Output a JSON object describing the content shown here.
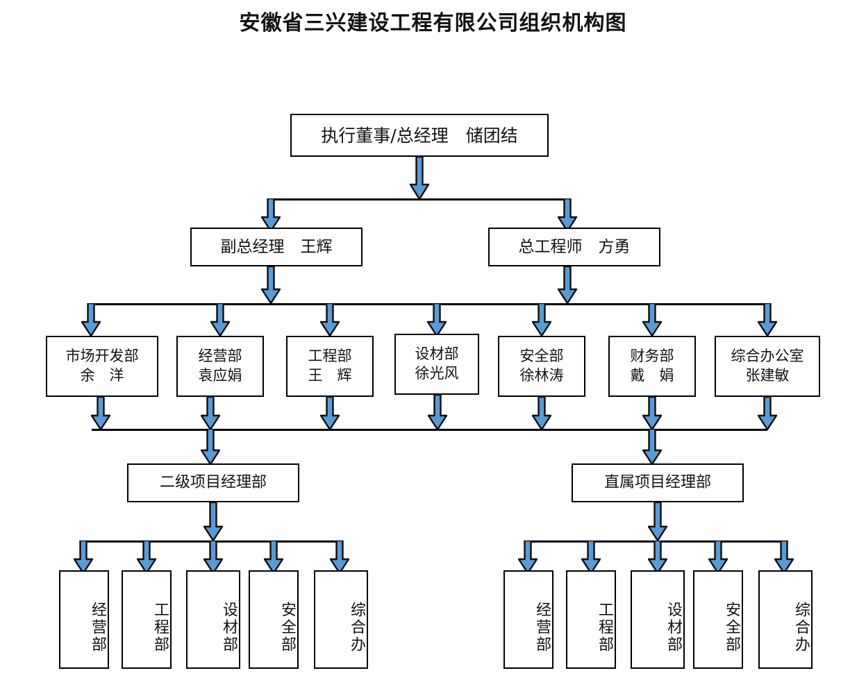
{
  "chart_data": {
    "type": "diagram",
    "subtype": "organization-chart",
    "title": "安徽省三兴建设工程有限公司组织机构图",
    "orientation": "top-down",
    "connector_style": "block-arrow",
    "colors": {
      "arrow_fill": "#5b9bd5",
      "arrow_stroke": "#0d0d0d",
      "box_border": "#000000",
      "box_fill": "#ffffff",
      "text": "#111111"
    },
    "levels": [
      {
        "level": 1,
        "nodes": [
          {
            "id": "ceo",
            "text": "执行董事/总经理　储团结"
          }
        ]
      },
      {
        "level": 2,
        "nodes": [
          {
            "id": "vgm",
            "text": "副总经理　王辉"
          },
          {
            "id": "cte",
            "text": "总工程师　方勇"
          }
        ]
      },
      {
        "level": 3,
        "nodes": [
          {
            "id": "d1",
            "line1": "市场开发部",
            "line2": "余　洋"
          },
          {
            "id": "d2",
            "line1": "经营部",
            "line2": "袁应娟"
          },
          {
            "id": "d3",
            "line1": "工程部",
            "line2": "王　辉"
          },
          {
            "id": "d4",
            "line1": "设材部",
            "line2": "徐光风"
          },
          {
            "id": "d5",
            "line1": "安全部",
            "line2": "徐林涛"
          },
          {
            "id": "d6",
            "line1": "财务部",
            "line2": "戴　娟"
          },
          {
            "id": "d7",
            "line1": "综合办公室",
            "line2": "张建敏"
          }
        ]
      },
      {
        "level": 4,
        "nodes": [
          {
            "id": "pm2",
            "text": "二级项目经理部"
          },
          {
            "id": "pmd",
            "text": "直属项目经理部"
          }
        ]
      },
      {
        "level": 5,
        "group_left": [
          "经营部",
          "工程部",
          "设材部",
          "安全部",
          "综合办"
        ],
        "group_right": [
          "经营部",
          "工程部",
          "设材部",
          "安全部",
          "综合办"
        ]
      }
    ]
  },
  "title": "安徽省三兴建设工程有限公司组织机构图",
  "top": {
    "ceo": "执行董事/总经理　储团结"
  },
  "level2": {
    "vice_gm": "副总经理　王辉",
    "chief_engineer": "总工程师　方勇"
  },
  "departments": [
    {
      "name": "市场开发部",
      "head": "余　洋"
    },
    {
      "name": "经营部",
      "head": "袁应娟"
    },
    {
      "name": "工程部",
      "head": "王　辉"
    },
    {
      "name": "设材部",
      "head": "徐光风"
    },
    {
      "name": "安全部",
      "head": "徐林涛"
    },
    {
      "name": "财务部",
      "head": "戴　娟"
    },
    {
      "name": "综合办公室",
      "head": "张建敏"
    }
  ],
  "project_depts": {
    "secondary": "二级项目经理部",
    "direct": "直属项目经理部"
  },
  "subunits_left": [
    "经营部",
    "工程部",
    "设材部",
    "安全部",
    "综合办"
  ],
  "subunits_right": [
    "经营部",
    "工程部",
    "设材部",
    "安全部",
    "综合办"
  ]
}
